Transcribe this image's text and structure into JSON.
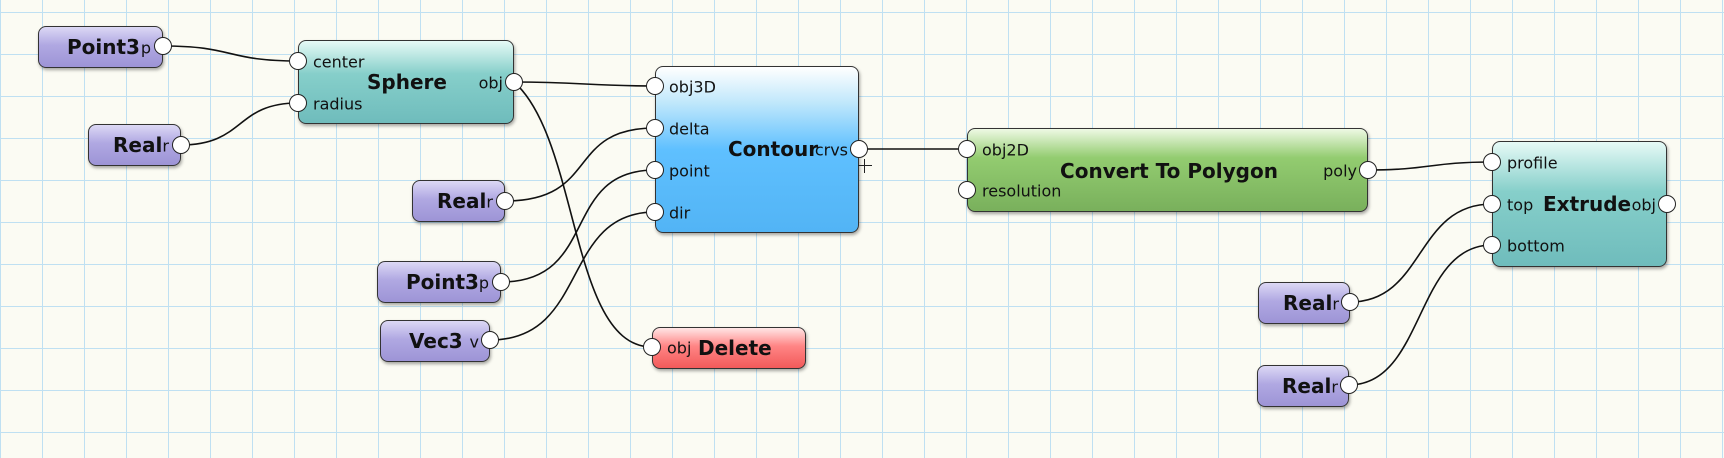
{
  "nodes": {
    "point3_a": {
      "title": "Point3",
      "out": "p"
    },
    "real_a": {
      "title": "Real",
      "out": "r"
    },
    "sphere": {
      "title": "Sphere",
      "inputs": [
        "center",
        "radius"
      ],
      "out": "obj"
    },
    "real_b": {
      "title": "Real",
      "out": "r"
    },
    "point3_b": {
      "title": "Point3",
      "out": "p"
    },
    "vec3": {
      "title": "Vec3",
      "out": "v"
    },
    "contour": {
      "title": "Contour",
      "inputs": [
        "obj3D",
        "delta",
        "point",
        "dir"
      ],
      "out": "crvs"
    },
    "delete": {
      "title": "Delete",
      "in": "obj"
    },
    "convert": {
      "title": "Convert To Polygon",
      "inputs": [
        "obj2D",
        "resolution"
      ],
      "out": "poly"
    },
    "extrude": {
      "title": "Extrude",
      "inputs": [
        "profile",
        "top",
        "bottom"
      ],
      "out": "obj"
    },
    "real_c": {
      "title": "Real",
      "out": "r"
    },
    "real_d": {
      "title": "Real",
      "out": "r"
    }
  },
  "colors": {
    "input_node": "#a39bdb",
    "sphere": "#74c0c0",
    "contour": "#5cbcff",
    "convert": "#7fb561",
    "extrude": "#74c0c0",
    "delete": "#f56262",
    "grid": "#bfe0f2",
    "background": "#fbfbf3"
  },
  "icons": {
    "cursor": "crosshair-cursor-icon"
  }
}
